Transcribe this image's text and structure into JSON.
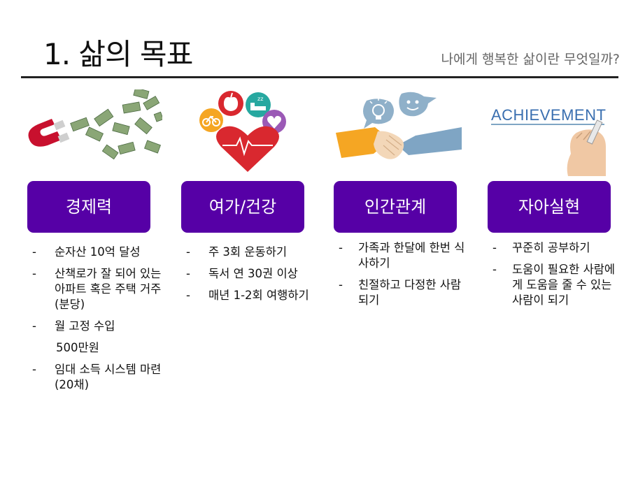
{
  "header": {
    "title": "1. 삶의 목표",
    "subtitle": "나에게 행복한 삶이란 무엇일까?"
  },
  "columns": [
    {
      "label": "경제력",
      "illustration": "magnet-money-icon",
      "items": [
        {
          "bullet": "-",
          "text": "순자산 10억 달성"
        },
        {
          "bullet": "-",
          "text": "산책로가 잘 되어 있는 아파트 혹은 주택 거주(분당)"
        },
        {
          "bullet": "-",
          "text": "월 고정 수입"
        },
        {
          "bullet": "",
          "text": "500만원"
        },
        {
          "bullet": "-",
          "text": "임대 소득 시스템 마련(20채)"
        }
      ]
    },
    {
      "label": "여가/건강",
      "illustration": "heart-health-icon",
      "items": [
        {
          "bullet": "-",
          "text": "주 3회 운동하기"
        },
        {
          "bullet": "-",
          "text": "독서 연 30권 이상"
        },
        {
          "bullet": "-",
          "text": "매년 1-2회 여행하기"
        }
      ]
    },
    {
      "label": "인간관계",
      "illustration": "handshake-icon",
      "items": [
        {
          "bullet": "-",
          "text": "가족과 한달에 한번 식사하기"
        },
        {
          "bullet": "-",
          "text": "친절하고 다정한 사람되기"
        }
      ]
    },
    {
      "label": "자아실현",
      "illustration": "achievement-icon",
      "illustration_text": "ACHIEVEMENT",
      "items": [
        {
          "bullet": "-",
          "text": "꾸준히 공부하기"
        },
        {
          "bullet": "-",
          "text": "도움이 필요한 사람에게 도움을 줄 수 있는 사람이 되기"
        }
      ]
    }
  ],
  "colors": {
    "pill": "#5600a6",
    "magnet": "#c8102e",
    "money": "#7d9a6a",
    "heart": "#d9282f",
    "bubble_blue": "#8fb0c9",
    "hand_orange": "#f5a623",
    "hand_blue": "#7fa5c4",
    "achievement_text": "#3a6fb0"
  }
}
